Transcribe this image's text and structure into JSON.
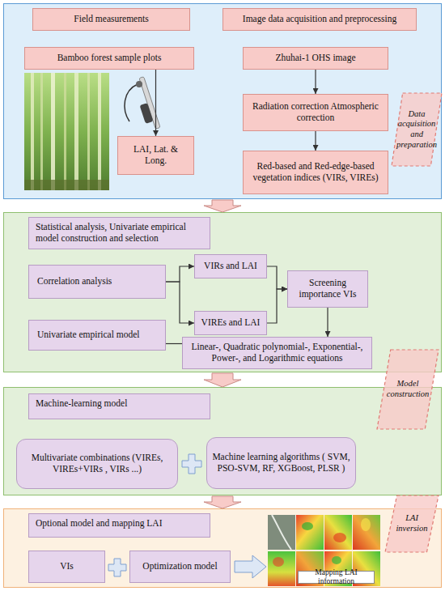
{
  "diagram": {
    "nodes": [
      {
        "text": [
          "Field measurements"
        ]
      },
      {
        "text": [
          "Image data acquisition and preprocessing"
        ]
      },
      {
        "text": [
          "Bamboo forest sample plots"
        ]
      },
      {
        "text": [
          "LAI, Lat. & Long."
        ]
      },
      {
        "text": [
          "Zhuhai-1 OHS image"
        ]
      },
      {
        "text": [
          "Radiation correction Atmospheric correction"
        ]
      },
      {
        "text": [
          "Red-based and Red-edge-based vegetation indices (VIRs, VIREs)"
        ]
      },
      {
        "text": [
          "Data acquisition and preparation"
        ]
      },
      {
        "text": [
          "Statistical analysis, Univariate empirical model construction and selection"
        ]
      },
      {
        "text": [
          "Correlation analysis"
        ]
      },
      {
        "text": [
          "VIRs and LAI"
        ]
      },
      {
        "text": [
          "VIREs and LAI"
        ]
      },
      {
        "text": [
          "Screening importance VIs"
        ]
      },
      {
        "text": [
          "Univariate empirical model"
        ]
      },
      {
        "text": [
          "Linear-, Quadratic polynomial-, Exponential-, Power-, and Logarithmic equations"
        ]
      },
      {
        "text": [
          "Model construction"
        ]
      },
      {
        "text": [
          "Machine-learning model"
        ]
      },
      {
        "text": [
          "Multivariate combinations (VIREs, VIREs+VIRs , VIRs ...)"
        ]
      },
      {
        "text": [
          "Machine learning algorithms ( SVM, PSO-SVM, RF, XGBoost, PLSR )"
        ]
      },
      {
        "text": [
          "Optional model and mapping LAI"
        ]
      },
      {
        "text": [
          "VIs"
        ]
      },
      {
        "text": [
          "Optimization model"
        ]
      },
      {
        "text": [
          "Mapping LAI information"
        ]
      },
      {
        "text": [
          "LAI inversion"
        ]
      }
    ],
    "edges": [
      {
        "from": 2,
        "to": 3,
        "arrow": "to"
      },
      {
        "from": 4,
        "to": 5,
        "arrow": "to"
      },
      {
        "from": 5,
        "to": 6,
        "arrow": "to"
      },
      {
        "from": 9,
        "to": 10,
        "arrow": "to"
      },
      {
        "from": 9,
        "to": 11,
        "arrow": "to"
      },
      {
        "from": 10,
        "to": 12,
        "arrow": "to"
      },
      {
        "from": 11,
        "to": 12,
        "arrow": "to"
      },
      {
        "from": 12,
        "to": 14,
        "arrow": "to"
      },
      {
        "from": 13,
        "to": 14,
        "arrow": "none"
      }
    ]
  }
}
